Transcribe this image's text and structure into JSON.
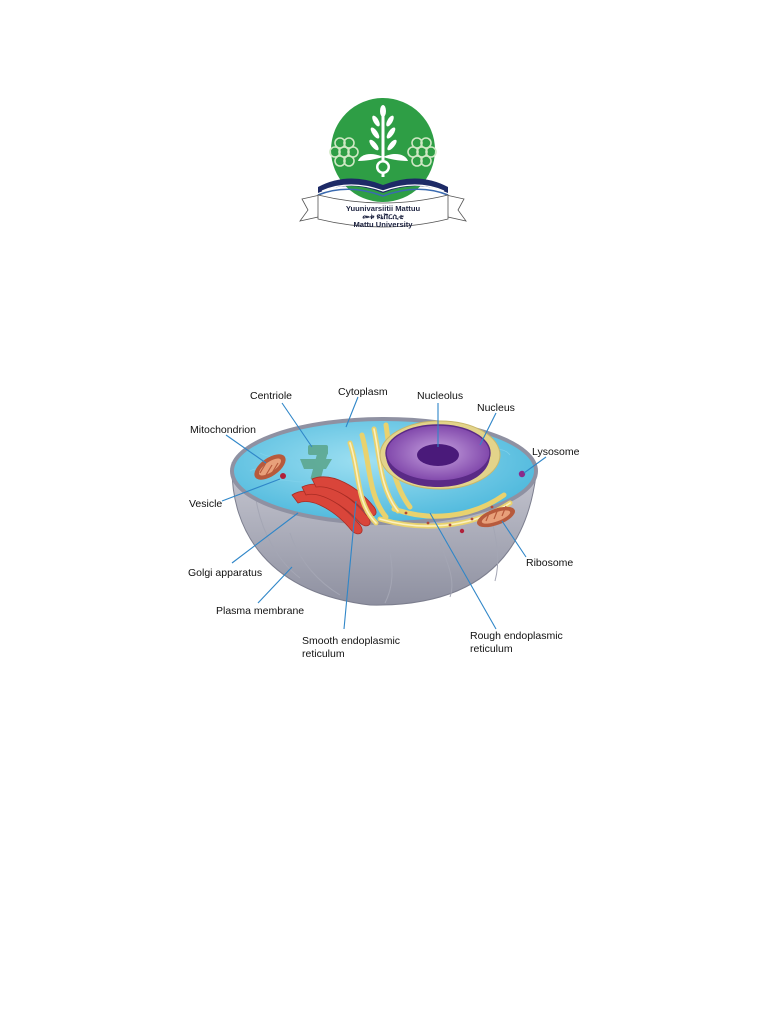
{
  "logo": {
    "lines": [
      "Yuunivarsiitii Mattuu",
      "መቱ ዩኒቨርሲቲ",
      "Mattu University"
    ],
    "colors": {
      "green": "#2e9e45",
      "navy": "#1d2a66",
      "ribbon": "#ffffff"
    }
  },
  "diagram": {
    "labels": {
      "centriole": "Centriole",
      "cytoplasm": "Cytoplasm",
      "nucleolus": "Nucleolus",
      "nucleus": "Nucleus",
      "mitochondrion": "Mitochondrion",
      "lysosome": "Lysosome",
      "vesicle": "Vesicle",
      "ribosome": "Ribosome",
      "golgi": "Golgi apparatus",
      "plasma_membrane": "Plasma membrane",
      "smooth_er_1": "Smooth endoplasmic",
      "smooth_er_2": "reticulum",
      "rough_er_1": "Rough endoplasmic",
      "rough_er_2": "reticulum"
    },
    "colors": {
      "cytoplasm": "#5cc6e6",
      "membrane": "#a8aab8",
      "nucleus": "#7a3fa6",
      "nucleolus": "#4a1a7a",
      "er": "#f1df8a",
      "golgi": "#d9453a",
      "mitochondria": "#b75a3c",
      "leader": "#2f86c8"
    }
  }
}
